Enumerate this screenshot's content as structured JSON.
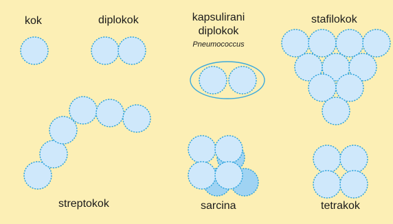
{
  "colors": {
    "background": "#fcefb5",
    "cell_fill": "#cfe8fb",
    "cell_fill_dark": "#9fd3f3",
    "cell_stroke": "#2aa2dc",
    "capsule_stroke": "#3aa9dd"
  },
  "labels": {
    "kok": "kok",
    "diplokok": "diplokok",
    "kapsulirani_line1": "kapsulirani",
    "kapsulirani_line2": "diplokok",
    "pneumococcus": "Pneumococcus",
    "stafilokok": "stafilokok",
    "streptokok": "streptokok",
    "sarcina": "sarcina",
    "tetrakok": "tetrakok"
  }
}
